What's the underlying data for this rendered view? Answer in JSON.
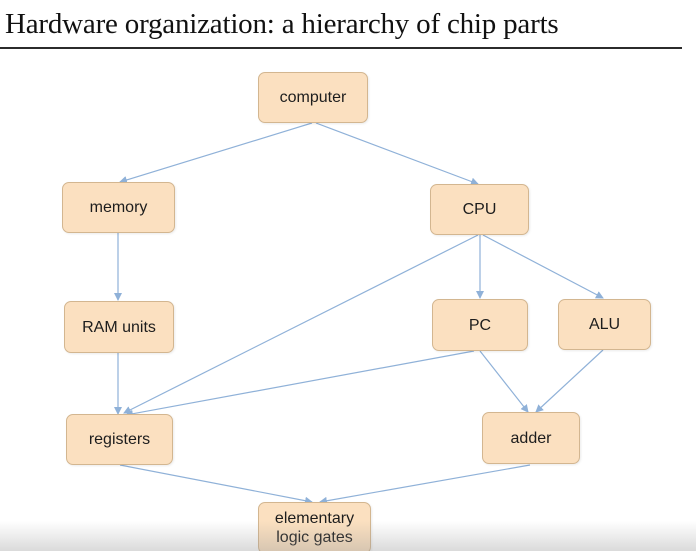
{
  "slide": {
    "title": "Hardware organization: a hierarchy of chip parts"
  },
  "nodes": {
    "computer": "computer",
    "memory": "memory",
    "cpu": "CPU",
    "ram_units": "RAM units",
    "pc": "PC",
    "alu": "ALU",
    "registers": "registers",
    "adder": "adder",
    "elementary_logic_gates": [
      "elementary",
      "logic gates"
    ]
  },
  "colors": {
    "node_fill": "#fbe0c0",
    "node_border": "#d3b690",
    "arrow": "#8fb1d8"
  }
}
